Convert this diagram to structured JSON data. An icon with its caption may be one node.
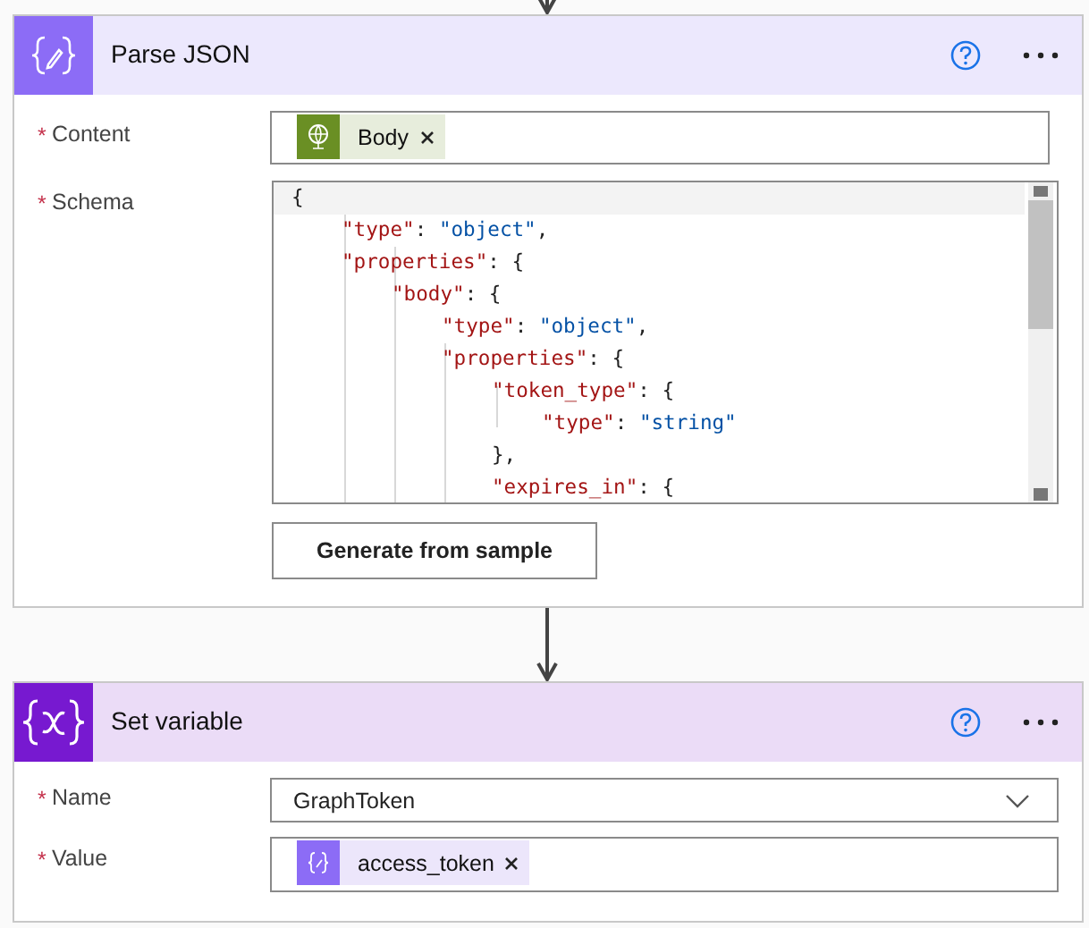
{
  "diagram": {
    "nodes": [
      {
        "text": [
          "Parse JSON"
        ]
      },
      {
        "text": [
          "Set variable"
        ]
      }
    ],
    "edges": [
      {
        "from": null,
        "to": 0,
        "arrow": "to"
      },
      {
        "from": 0,
        "to": 1,
        "arrow": "to"
      }
    ],
    "labels": [
      "*",
      "Content",
      "Body",
      "*",
      "Schema",
      "{",
      "\"type\": \"object\",",
      "\"properties\": {",
      "\"body\": {",
      "\"type\": \"object\",",
      "\"properties\": {",
      "\"token_type\": {",
      "\"type\": \"string\"",
      "},",
      "\"expires_in\": {",
      "Generate from sample",
      "*",
      "Name",
      "GraphToken",
      "*",
      "Value",
      "access_token"
    ]
  }
}
